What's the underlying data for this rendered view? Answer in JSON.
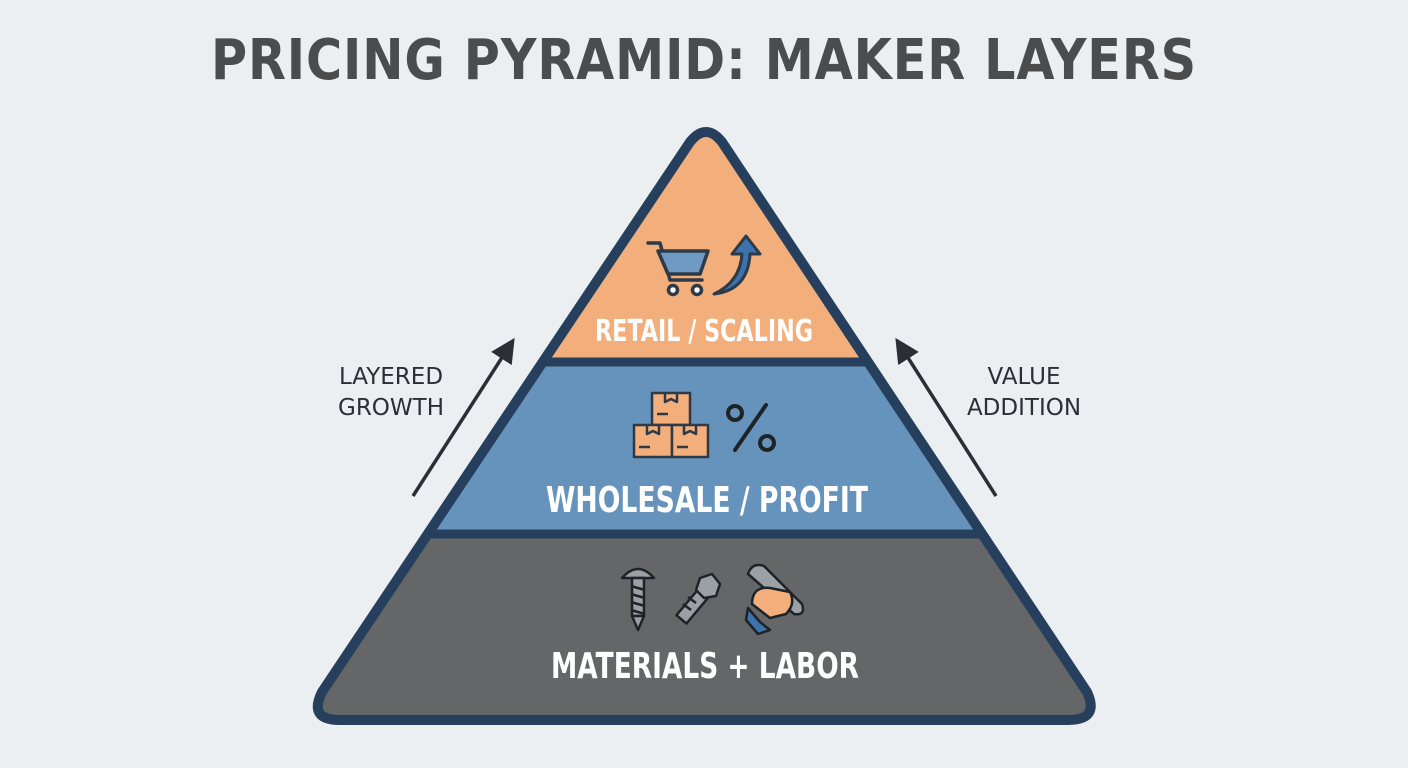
{
  "title": "PRICING PYRAMID: MAKER LAYERS",
  "left_label": [
    "LAYERED",
    "GROWTH"
  ],
  "right_label": [
    "VALUE",
    "ADDITION"
  ],
  "tiers": [
    {
      "label": "RETAIL / SCALING",
      "color": "#f2ae7b",
      "icons": [
        "shopping-cart-icon",
        "curved-up-arrow-icon"
      ]
    },
    {
      "label": "WHOLESALE / PROFIT",
      "color": "#6693bb",
      "icons": [
        "stacked-boxes-icon",
        "percent-icon"
      ]
    },
    {
      "label": "MATERIALS + LABOR",
      "color": "#646668",
      "icons": [
        "screw-icon",
        "bolt-icon",
        "hand-wrench-icon"
      ]
    }
  ],
  "colors": {
    "outline": "#263f5c",
    "background": "#ebeff1",
    "title": "#4a4c4e",
    "icon_stroke": "#2e3a48"
  }
}
